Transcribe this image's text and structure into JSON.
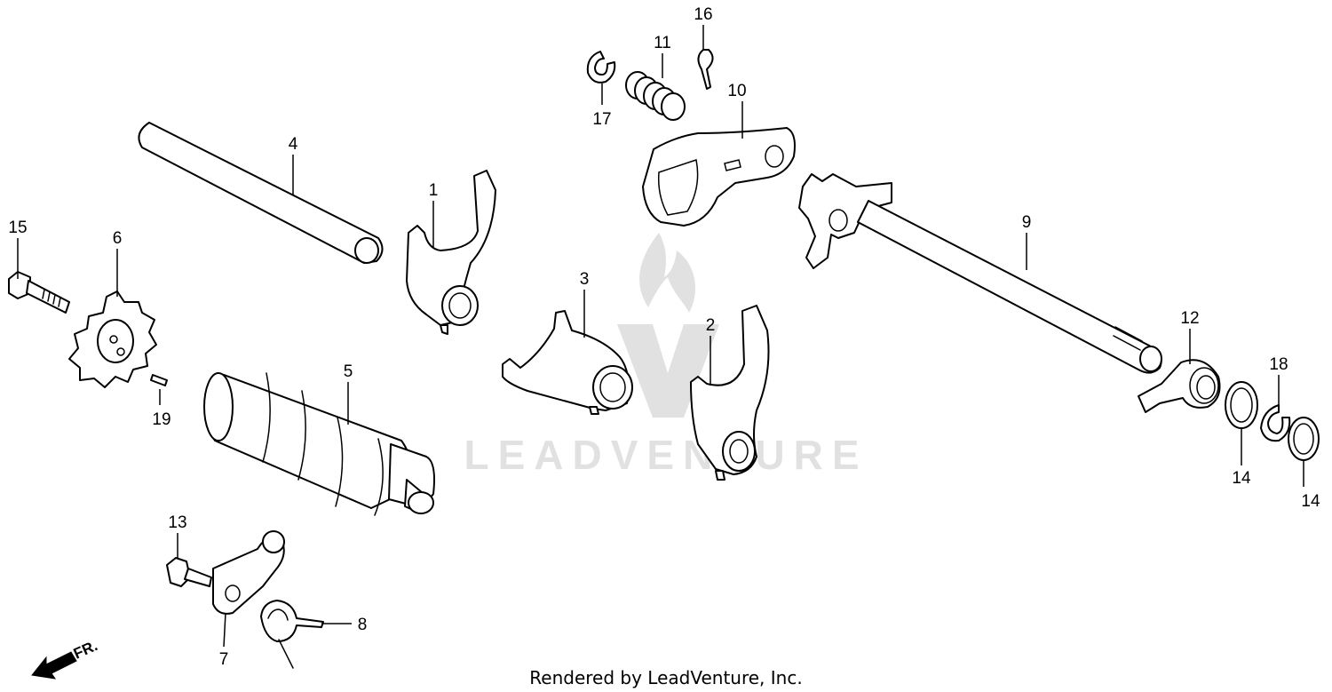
{
  "callouts": {
    "c1": "1",
    "c2": "2",
    "c3": "3",
    "c4": "4",
    "c5": "5",
    "c6": "6",
    "c7": "7",
    "c8": "8",
    "c9": "9",
    "c10": "10",
    "c11": "11",
    "c12": "12",
    "c13": "13",
    "c14a": "14",
    "c14b": "14",
    "c15": "15",
    "c16": "16",
    "c17": "17",
    "c18": "18",
    "c19": "19"
  },
  "direction_label": "FR.",
  "watermark": "LEADVENTURE",
  "footer": "Rendered by LeadVenture, Inc.",
  "colors": {
    "line": "#000000",
    "background": "#ffffff",
    "watermark": "#bdbdbd"
  }
}
